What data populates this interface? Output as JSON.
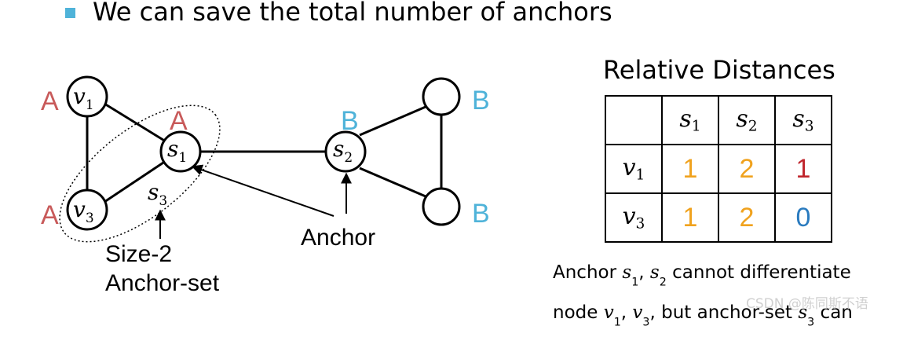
{
  "headline": "We can save the total number of anchors",
  "graph": {
    "nodes": [
      {
        "id": "v1",
        "name": "v",
        "sub": "1",
        "set": "A"
      },
      {
        "id": "v3",
        "name": "v",
        "sub": "3",
        "set": "A"
      },
      {
        "id": "s1",
        "name": "s",
        "sub": "1",
        "set": "A"
      },
      {
        "id": "s2",
        "name": "s",
        "sub": "2",
        "set": "B"
      },
      {
        "id": "b_top",
        "name": "",
        "sub": "",
        "set": "B"
      },
      {
        "id": "b_bot",
        "name": "",
        "sub": "",
        "set": "B"
      }
    ],
    "set_labels": {
      "A": "A",
      "B": "B"
    },
    "s3_label": {
      "name": "s",
      "sub": "3"
    },
    "anchor_label": "Anchor",
    "anchor_set_label_line1": "Size-2",
    "anchor_set_label_line2": "Anchor-set"
  },
  "table": {
    "title": "Relative Distances",
    "columns": [
      {
        "name": "s",
        "sub": "1"
      },
      {
        "name": "s",
        "sub": "2"
      },
      {
        "name": "s",
        "sub": "3"
      }
    ],
    "rows": [
      {
        "name": "v",
        "sub": "1",
        "values": [
          "1",
          "2",
          "1"
        ]
      },
      {
        "name": "v",
        "sub": "3",
        "values": [
          "1",
          "2",
          "0"
        ]
      }
    ],
    "value_colors": [
      [
        "#f0a21e",
        "#f0a21e",
        "#c0262d"
      ],
      [
        "#f0a21e",
        "#f0a21e",
        "#2a7bbf"
      ]
    ]
  },
  "caption": {
    "line1_pre": "Anchor ",
    "line1_s1": "s",
    "line1_s1_sub": "1",
    "line1_comma": ", ",
    "line1_s2": "s",
    "line1_s2_sub": "2",
    "line1_post": " cannot differentiate",
    "line2_pre": "node ",
    "line2_v1": "v",
    "line2_v1_sub": "1",
    "line2_comma": ", ",
    "line2_v3": "v",
    "line2_v3_sub": "3",
    "line2_post": ", but anchor-set ",
    "line2_s3": "s",
    "line2_s3_sub": "3",
    "line2_end": " can"
  },
  "watermark": "CSDN @陈同斯不语",
  "colors": {
    "A": "#c85a5a",
    "B": "#4fb3d9"
  }
}
